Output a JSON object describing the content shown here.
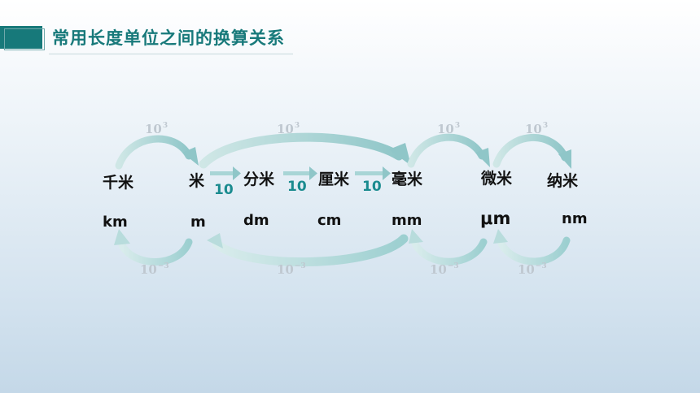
{
  "title": "常用长度单位之间的换算关系",
  "units": [
    {
      "name": "千米",
      "symbol": "km"
    },
    {
      "name": "米",
      "symbol": "m"
    },
    {
      "name": "分米",
      "symbol": "dm"
    },
    {
      "name": "厘米",
      "symbol": "cm"
    },
    {
      "name": "毫米",
      "symbol": "mm"
    },
    {
      "name": "微米",
      "symbol": "μm"
    },
    {
      "name": "纳米",
      "symbol": "nm"
    }
  ],
  "small_factors": [
    "10",
    "10",
    "10"
  ],
  "top_arcs": [
    {
      "base": "10",
      "exp": "3"
    },
    {
      "base": "10",
      "exp": "3"
    },
    {
      "base": "10",
      "exp": "3"
    },
    {
      "base": "10",
      "exp": "3"
    }
  ],
  "bottom_arcs": [
    {
      "base": "10",
      "exp": "−3"
    },
    {
      "base": "10",
      "exp": "−3"
    },
    {
      "base": "10",
      "exp": "−3"
    },
    {
      "base": "10",
      "exp": "−3"
    }
  ],
  "colors": {
    "accent": "#17797a",
    "factor": "#1a8b8f",
    "arrow": "#9ccfd0"
  }
}
